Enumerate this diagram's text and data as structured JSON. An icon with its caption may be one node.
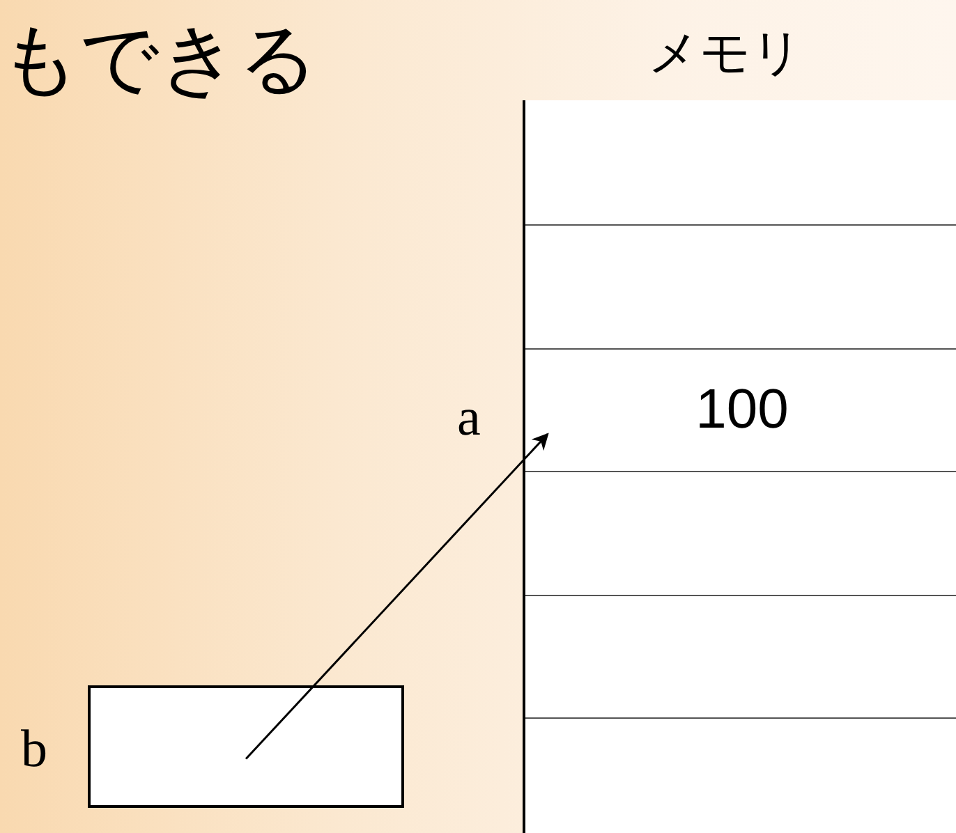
{
  "diagram": {
    "title": "もできる",
    "nodes": [
      {
        "text": [
          "メモリ"
        ]
      },
      {
        "text": [],
        "shape": "box",
        "in": 0
      },
      {
        "text": [],
        "shape": "box",
        "in": 0
      },
      {
        "text": [
          "100"
        ],
        "in": 0,
        "beside": [
          "a"
        ]
      },
      {
        "text": [],
        "shape": "box",
        "in": 0
      },
      {
        "text": [],
        "shape": "box",
        "in": 0
      },
      {
        "text": [],
        "shape": "box",
        "in": 0
      },
      {
        "text": [],
        "shape": "box",
        "beside": [
          "b"
        ]
      }
    ],
    "edges": [
      {
        "from": 7,
        "to": 3,
        "arrow": "to"
      }
    ]
  }
}
